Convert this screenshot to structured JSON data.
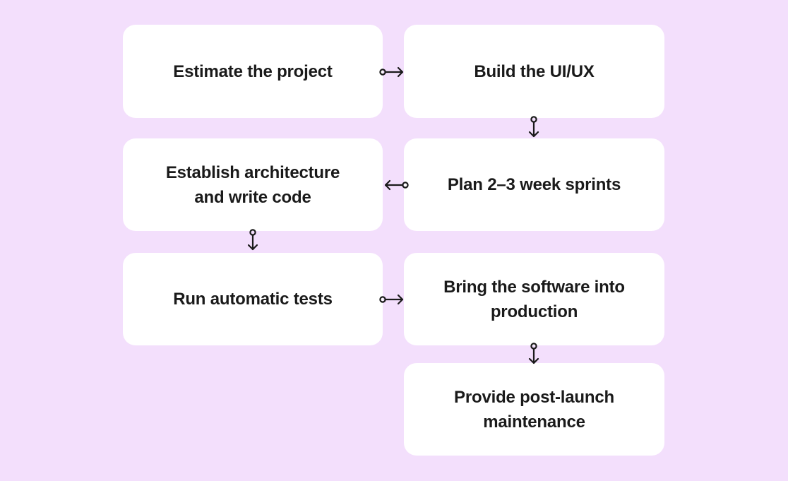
{
  "diagram": {
    "steps": [
      {
        "id": "estimate",
        "label": "Estimate the project"
      },
      {
        "id": "build-ui",
        "label": "Build the UI/UX"
      },
      {
        "id": "architecture",
        "label": "Establish architecture and write code"
      },
      {
        "id": "sprints",
        "label": "Plan 2–3 week sprints"
      },
      {
        "id": "tests",
        "label": "Run automatic tests"
      },
      {
        "id": "production",
        "label": "Bring the software into production"
      },
      {
        "id": "maintenance",
        "label": "Provide post-launch maintenance"
      }
    ],
    "connections": [
      {
        "from": "estimate",
        "to": "build-ui"
      },
      {
        "from": "build-ui",
        "to": "sprints"
      },
      {
        "from": "sprints",
        "to": "architecture"
      },
      {
        "from": "architecture",
        "to": "tests"
      },
      {
        "from": "tests",
        "to": "production"
      },
      {
        "from": "production",
        "to": "maintenance"
      }
    ],
    "colors": {
      "background": "#f3dffc",
      "node": "#ffffff",
      "text": "#1a1a1a",
      "arrow": "#1a1a1a"
    }
  }
}
